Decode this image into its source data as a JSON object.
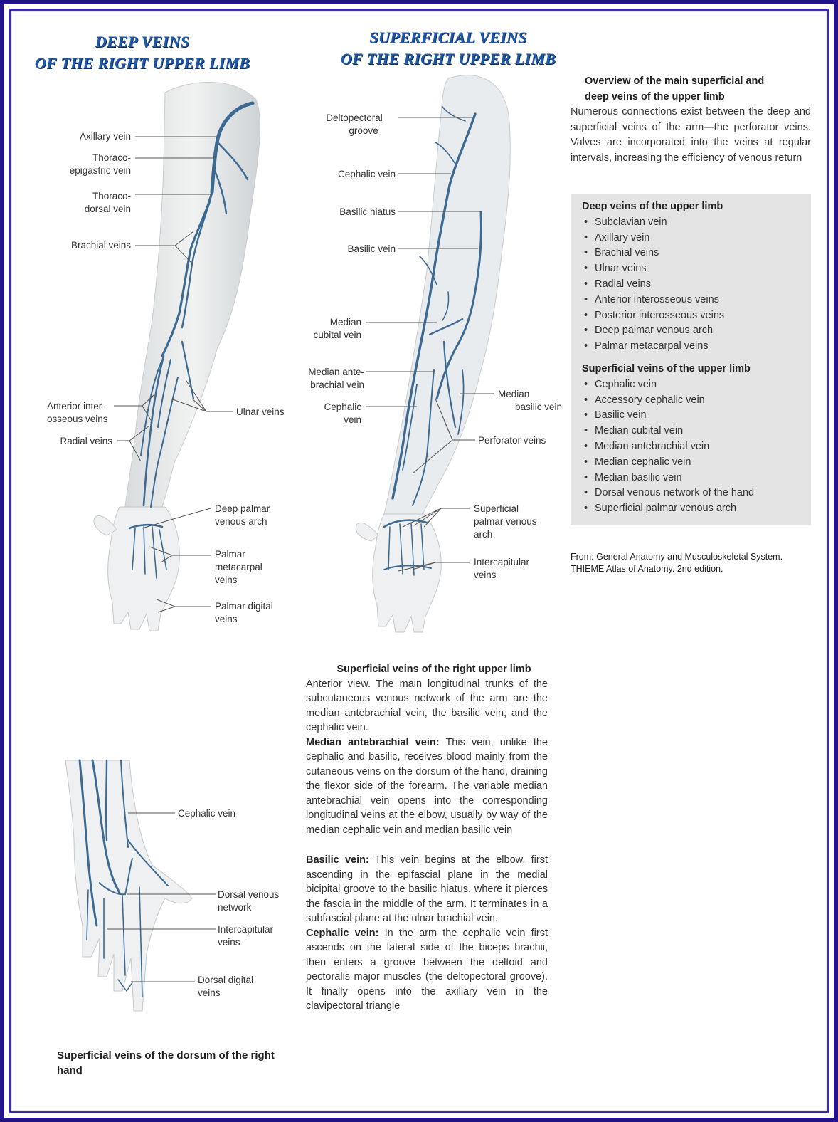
{
  "headings": {
    "deep": [
      "DEEP VEINS",
      "OF THE RIGHT UPPER LIMB"
    ],
    "superficial": [
      "SUPERFICIAL VEINS",
      "OF THE RIGHT UPPER LIMB"
    ]
  },
  "deep_labels": {
    "axillary": [
      "Axillary vein"
    ],
    "thoracoepigastric": [
      "Thoraco-",
      "epigastric vein"
    ],
    "thoracodorsal": [
      "Thoraco-",
      "dorsal vein"
    ],
    "brachial": [
      "Brachial veins"
    ],
    "anterior_interosseous": [
      "Anterior inter-",
      "osseous veins"
    ],
    "radial": [
      "Radial veins"
    ],
    "ulnar": [
      "Ulnar veins"
    ],
    "deep_palmar_arch": [
      "Deep palmar",
      "venous arch"
    ],
    "palmar_metacarpal": [
      "Palmar",
      "metacarpal",
      "veins"
    ],
    "palmar_digital": [
      "Palmar digital",
      "veins"
    ]
  },
  "superficial_labels": {
    "deltopectoral": [
      "Deltopectoral",
      "groove"
    ],
    "cephalic_upper": [
      "Cephalic vein"
    ],
    "basilic_hiatus": [
      "Basilic hiatus"
    ],
    "basilic": [
      "Basilic vein"
    ],
    "median_cubital": [
      "Median",
      "cubital vein"
    ],
    "median_antebrachial": [
      "Median ante-",
      "brachial vein"
    ],
    "cephalic_lower": [
      "Cephalic",
      "vein"
    ],
    "median_basilic": [
      "Median",
      "basilic vein"
    ],
    "perforator": [
      "Perforator veins"
    ],
    "superficial_palmar_arch": [
      "Superficial",
      "palmar venous",
      "arch"
    ],
    "intercapitular": [
      "Intercapitular",
      "veins"
    ]
  },
  "hand_labels": {
    "cephalic": [
      "Cephalic vein"
    ],
    "dorsal_network": [
      "Dorsal venous",
      "network"
    ],
    "intercapitular": [
      "Intercapitular",
      "veins"
    ],
    "dorsal_digital": [
      "Dorsal digital",
      "veins"
    ]
  },
  "overview": {
    "title": [
      "Overview of the main superficial and",
      "deep veins of the upper limb"
    ],
    "body": "Numerous connections exist between the deep and superficial veins of the arm—the perforator veins. Valves are incorporated into the veins at regular intervals, increasing the efficiency of venous return"
  },
  "deep_list": {
    "title": "Deep veins of the upper limb",
    "items": [
      "Subclavian vein",
      "Axillary vein",
      "Brachial veins",
      "Ulnar veins",
      "Radial veins",
      "Anterior interosseous veins",
      "Posterior interosseous veins",
      "Deep palmar venous arch",
      "Palmar metacarpal veins"
    ]
  },
  "superficial_list": {
    "title": "Superficial veins of the upper limb",
    "items": [
      "Cephalic vein",
      "Accessory cephalic vein",
      "Basilic vein",
      "Median cubital vein",
      "Median antebrachial vein",
      "Median cephalic vein",
      "Median basilic vein",
      "Dorsal venous network of the hand",
      "Superficial palmar venous arch"
    ]
  },
  "source": [
    "From: General Anatomy and Musculoskeletal System.",
    "THIEME Atlas of Anatomy.  2nd edition."
  ],
  "description": {
    "title": "Superficial veins of the right upper limb",
    "intro": "Anterior view. The main longitudinal trunks of the subcutaneous venous network of the arm are the median antebrachial vein, the basilic vein, and the cephalic vein.",
    "median_term": "Median antebrachial vein:",
    "median_text": " This vein, unlike the cephalic and basilic, receives blood mainly from the cutaneous veins on the dorsum of the hand, draining the flexor side of the forearm. The variable median antebrachial vein opens into the corresponding longitudinal veins at the elbow, usually by way of the median cephalic vein and median basilic vein",
    "basilic_term": "Basilic vein:",
    "basilic_text": " This vein begins at the elbow, first ascending in the epifascial plane in the medial bicipital groove to the basilic hiatus, where it pierces the fascia in the middle of the arm. It terminates in a subfascial plane at the ulnar brachial vein.",
    "cephalic_term": "Cephalic vein:",
    "cephalic_text": " In the arm the cephalic vein first ascends on the lateral side of the biceps brachii, then enters a groove between the deltoid and pectoralis major muscles (the deltopectoral groove). It finally opens into the axillary vein in the clavipectoral triangle"
  },
  "hand_caption": "Superficial veins of the dorsum of the right hand",
  "colors": {
    "vein": "#3c6a92",
    "heading": "#1f5aa8",
    "frame": "#23138a",
    "panel": "#e4e4e4"
  }
}
